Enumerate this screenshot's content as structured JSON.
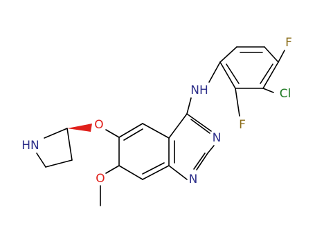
{
  "molecule": {
    "atoms": [
      {
        "id": "F1",
        "label": "F",
        "color": "#8b6d1a"
      },
      {
        "id": "Cl",
        "label": "Cl",
        "color": "#1f7a24"
      },
      {
        "id": "F2",
        "label": "F",
        "color": "#8b6d1a"
      },
      {
        "id": "NH",
        "label": "NH",
        "color": "#2d2f8a"
      },
      {
        "id": "N3",
        "label": "N",
        "color": "#2d2f8a"
      },
      {
        "id": "N1",
        "label": "N",
        "color": "#2d2f8a"
      },
      {
        "id": "O6",
        "label": "O",
        "color": "#e0201b"
      },
      {
        "id": "O7",
        "label": "O",
        "color": "#e0201b"
      },
      {
        "id": "NHring",
        "label": "HN",
        "color": "#2d2f8a"
      }
    ],
    "stereo_wedge_color": "#e0201b"
  }
}
